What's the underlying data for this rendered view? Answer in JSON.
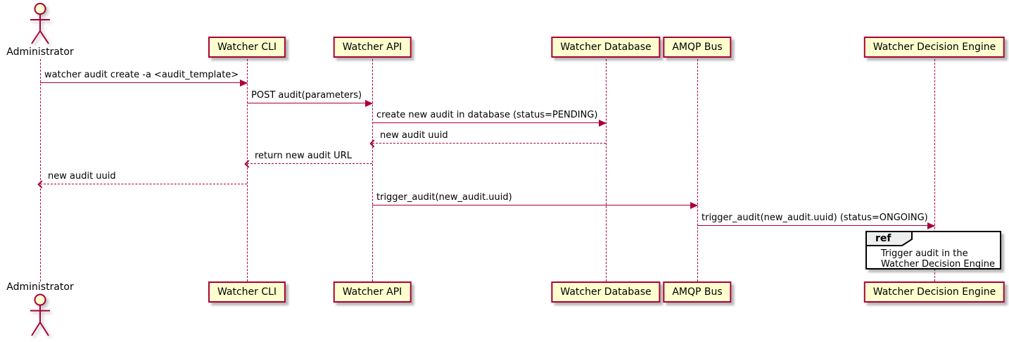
{
  "colors": {
    "line": "#A80036",
    "participant_fill": "#FEFECE",
    "text": "#000000",
    "ref_border": "#000000",
    "ref_tab_fill": "#EEEEEE",
    "background": "#FFFFFF"
  },
  "actor": {
    "name": "Administrator"
  },
  "participants": [
    {
      "name": "Watcher CLI"
    },
    {
      "name": "Watcher API"
    },
    {
      "name": "Watcher Database"
    },
    {
      "name": "AMQP Bus"
    },
    {
      "name": "Watcher Decision Engine"
    }
  ],
  "messages": [
    {
      "label": "watcher audit create -a <audit_template>",
      "from": "Administrator",
      "to": "Watcher CLI",
      "style": "solid"
    },
    {
      "label": "POST audit(parameters)",
      "from": "Watcher CLI",
      "to": "Watcher API",
      "style": "solid"
    },
    {
      "label": "create new audit in database (status=PENDING)",
      "from": "Watcher API",
      "to": "Watcher Database",
      "style": "solid"
    },
    {
      "label": "new audit uuid",
      "from": "Watcher Database",
      "to": "Watcher API",
      "style": "dashed"
    },
    {
      "label": "return new audit URL",
      "from": "Watcher API",
      "to": "Watcher CLI",
      "style": "dashed"
    },
    {
      "label": "new audit uuid",
      "from": "Watcher CLI",
      "to": "Administrator",
      "style": "dashed"
    },
    {
      "label": "trigger_audit(new_audit.uuid)",
      "from": "Watcher API",
      "to": "AMQP Bus",
      "style": "solid"
    },
    {
      "label": "trigger_audit(new_audit.uuid) (status=ONGOING)",
      "from": "AMQP Bus",
      "to": "Watcher Decision Engine",
      "style": "solid"
    }
  ],
  "ref": {
    "keyword": "ref",
    "lines": [
      "Trigger audit in the",
      "Watcher Decision Engine"
    ],
    "over": "Watcher Decision Engine"
  }
}
